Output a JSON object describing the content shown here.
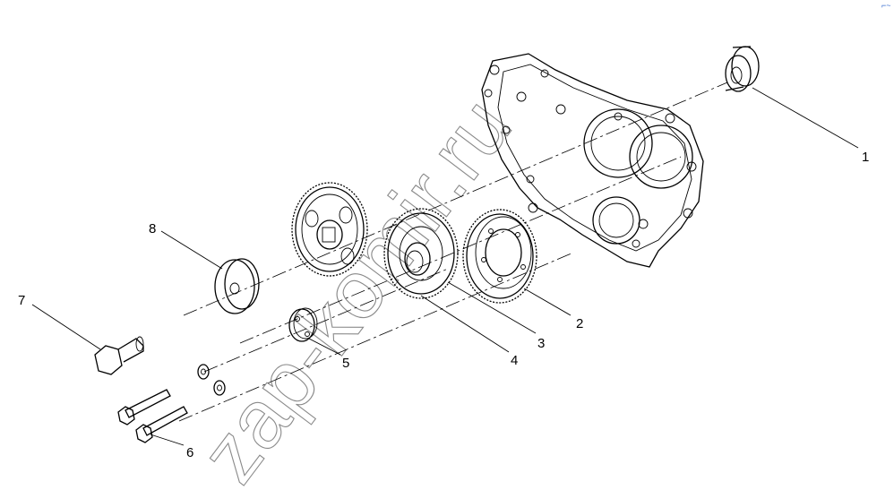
{
  "watermark": {
    "text": "zap-komir.ru"
  },
  "corner_mark": {
    "text": "⌐~"
  },
  "callouts": [
    {
      "id": "1",
      "label": "1"
    },
    {
      "id": "2",
      "label": "2"
    },
    {
      "id": "3",
      "label": "3"
    },
    {
      "id": "4",
      "label": "4"
    },
    {
      "id": "5",
      "label": "5"
    },
    {
      "id": "6",
      "label": "6"
    },
    {
      "id": "7",
      "label": "7"
    },
    {
      "id": "8",
      "label": "8"
    }
  ]
}
